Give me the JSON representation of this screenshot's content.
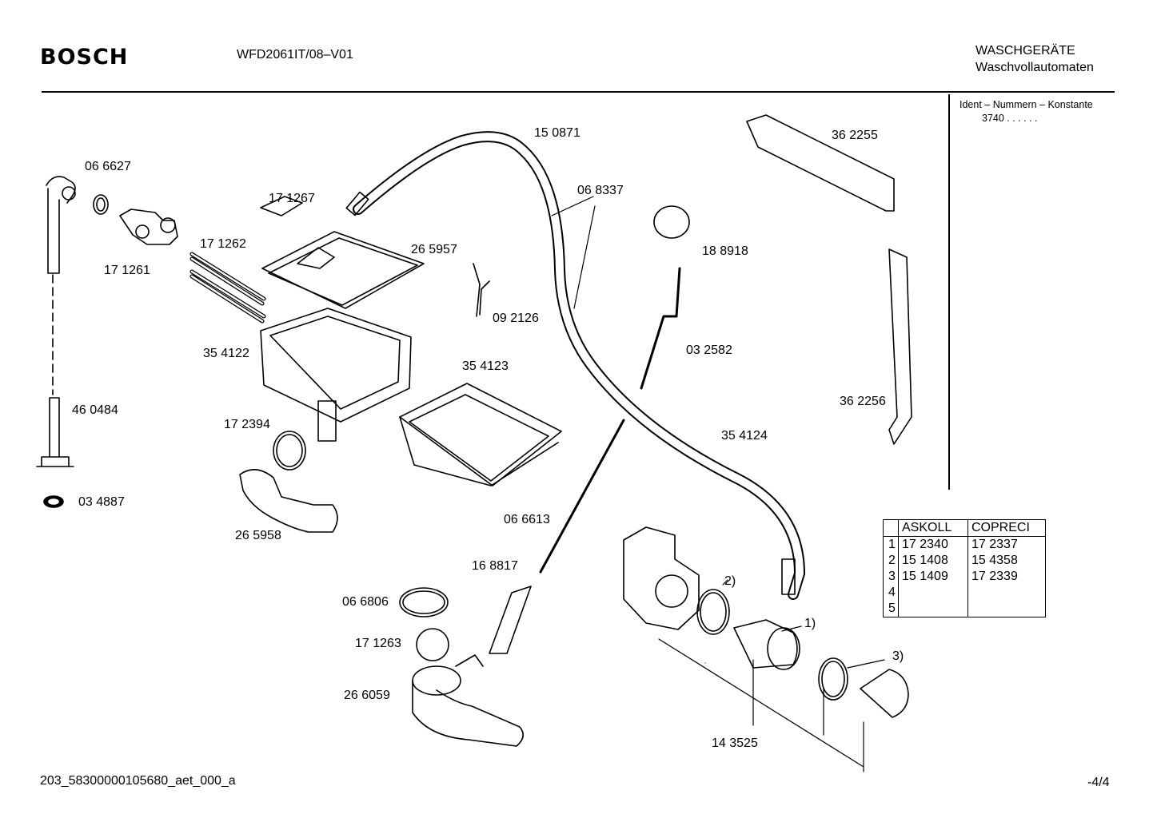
{
  "header": {
    "brand": "BOSCH",
    "model": "WFD2061IT/08–V01",
    "category_line1": "WASCHGERÄTE",
    "category_line2": "Waschvollautomaten"
  },
  "ident": {
    "label": "Ident – Nummern – Konstante",
    "value": "3740  .  .  .  .  .  ."
  },
  "parts": {
    "p066627": "06 6627",
    "p171261": "17 1261",
    "p171267": "17 1267",
    "p171262": "17 1262",
    "p265957": "26 5957",
    "p150871": "15 0871",
    "p068337": "06 8337",
    "p362255": "36 2255",
    "p188918": "18 8918",
    "p092126": "09 2126",
    "p354122": "35 4122",
    "p032582": "03 2582",
    "p354123": "35 4123",
    "p460484": "46 0484",
    "p172394": "17 2394",
    "p362256": "36 2256",
    "p354124": "35 4124",
    "p034887": "03 4887",
    "p265958": "26 5958",
    "p066613": "06 6613",
    "p168817": "16 8817",
    "p066806": "06 6806",
    "p171263": "17 1263",
    "p266059": "26 6059",
    "p143525": "14 3525"
  },
  "callouts": {
    "c1": "1)",
    "c2": "2)",
    "c3": "3)"
  },
  "cross_table": {
    "headers": [
      "ASKOLL",
      "COPRECI"
    ],
    "rows": [
      {
        "idx": "1",
        "askoll": "17 2340",
        "copreci": "17 2337"
      },
      {
        "idx": "2",
        "askoll": "15 1408",
        "copreci": "15 4358"
      },
      {
        "idx": "3",
        "askoll": "15 1409",
        "copreci": "17 2339"
      },
      {
        "idx": "4",
        "askoll": "",
        "copreci": ""
      },
      {
        "idx": "5",
        "askoll": "",
        "copreci": ""
      }
    ]
  },
  "footer": {
    "doc_id": "203_58300000105680_aet_000_a",
    "page": "-4/4"
  }
}
